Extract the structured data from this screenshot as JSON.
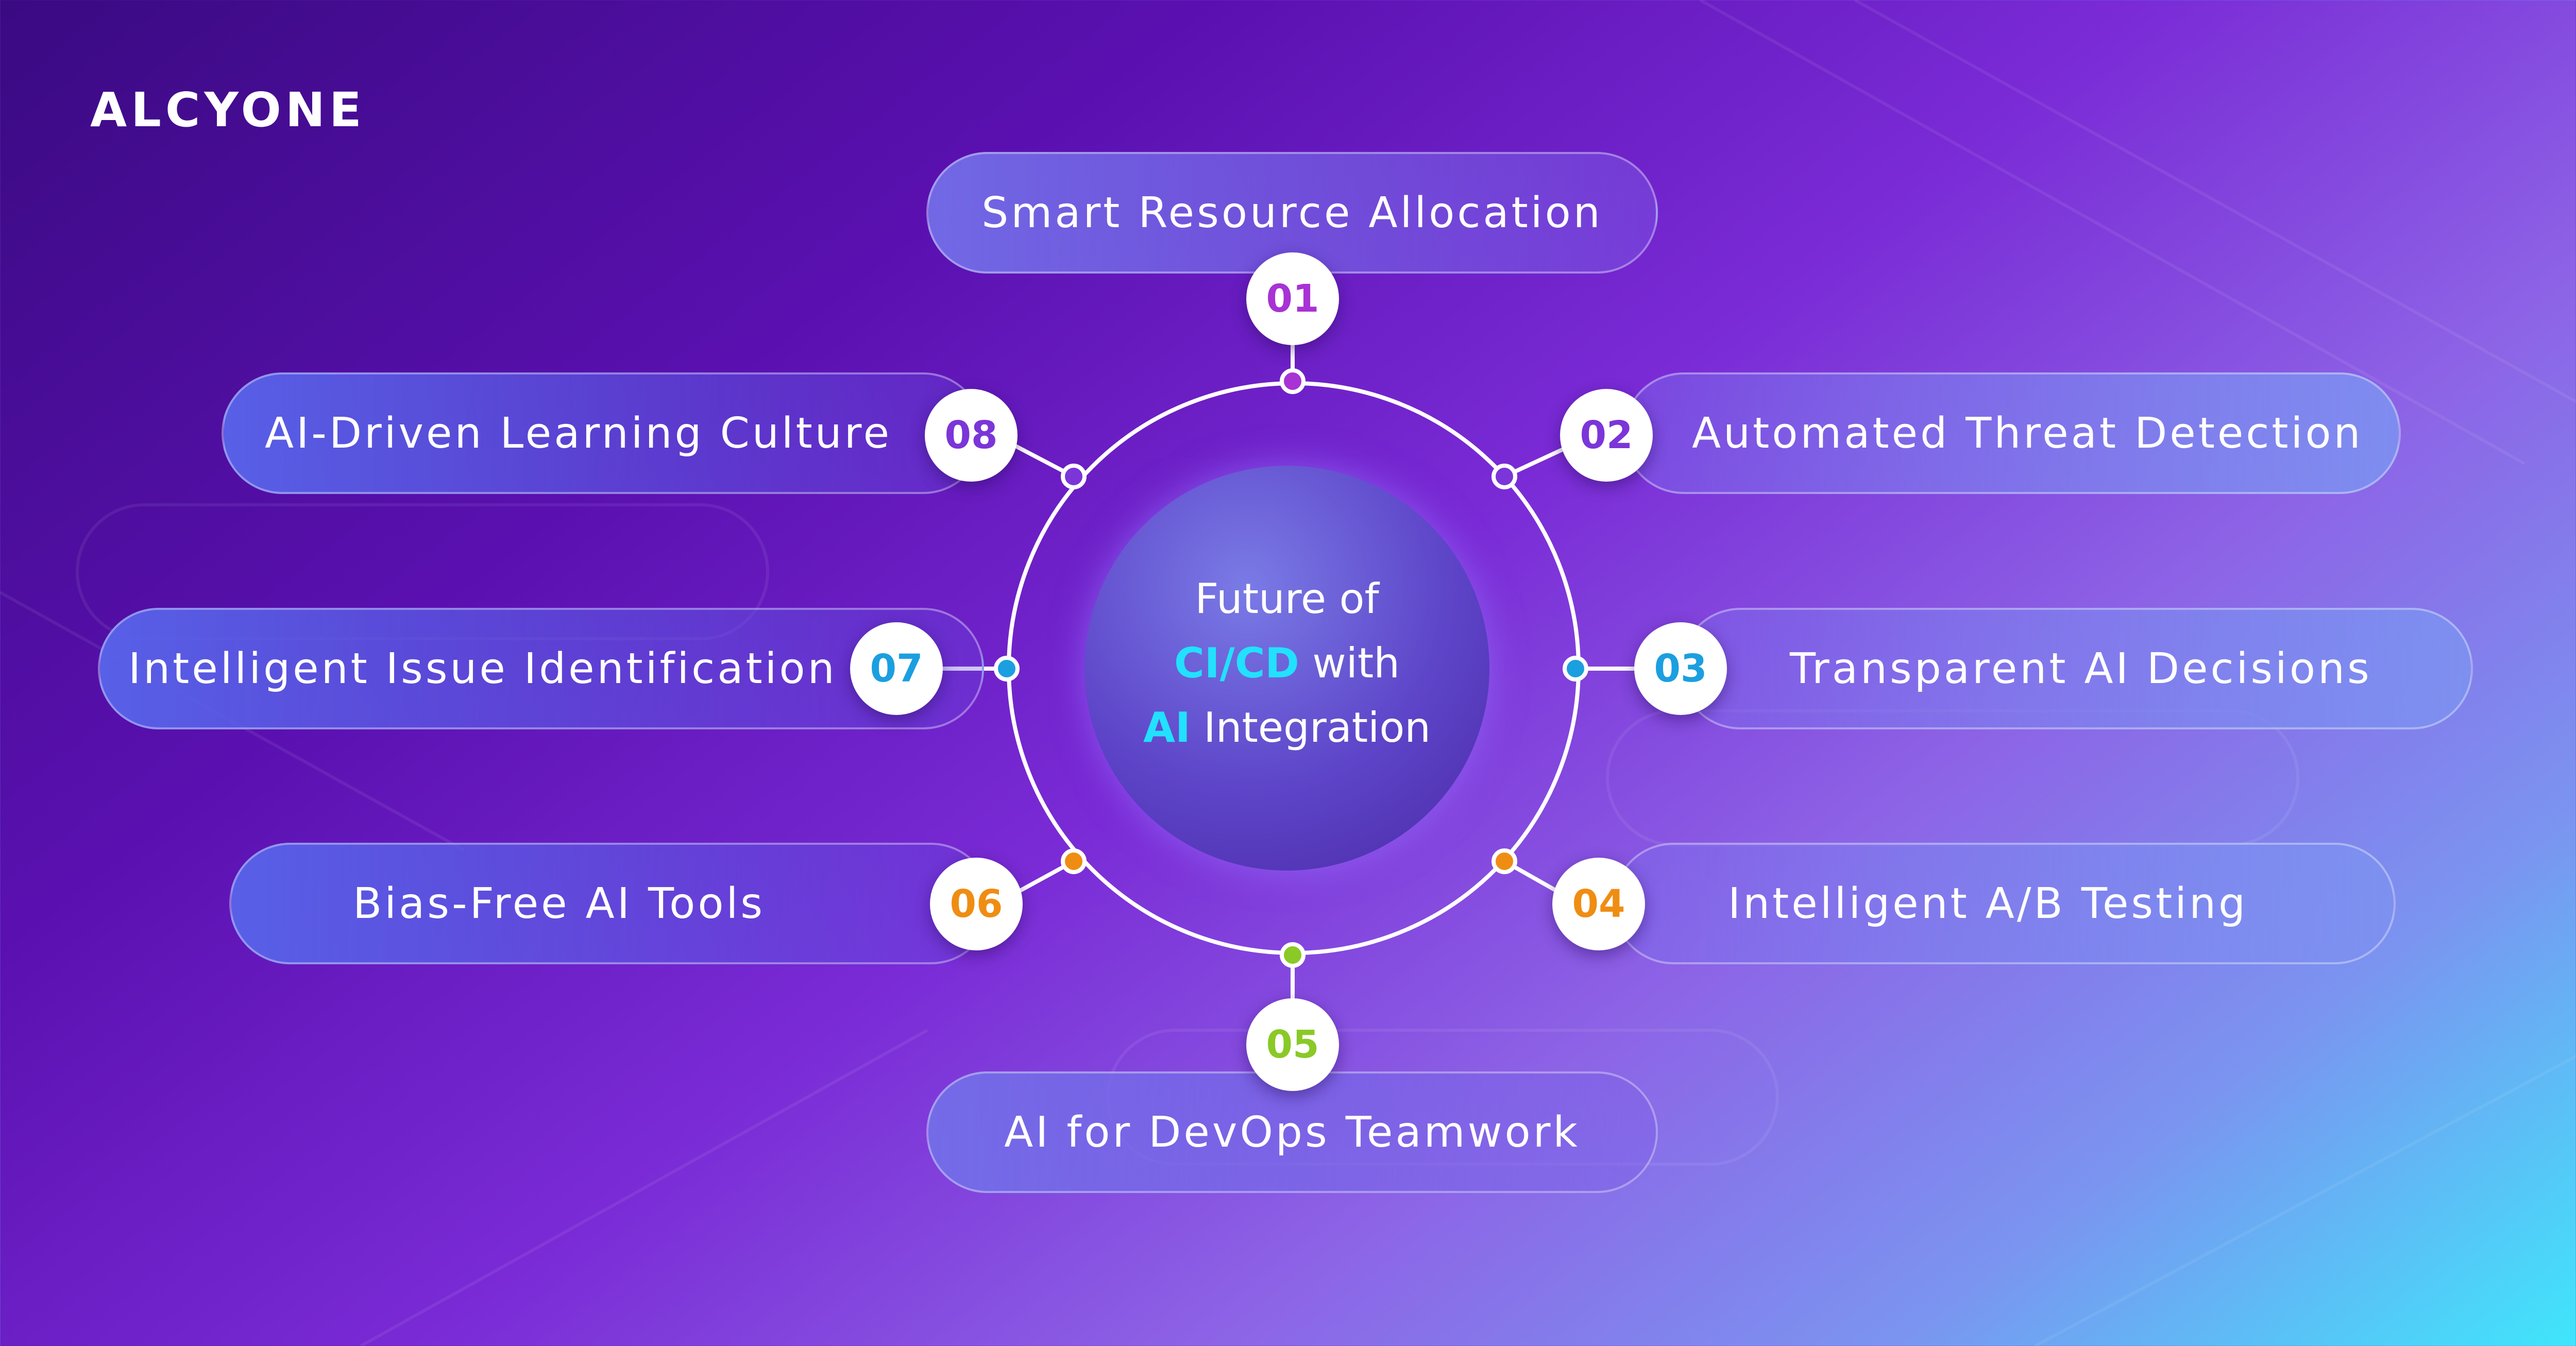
{
  "brand": {
    "logo_text": "ALCYONE"
  },
  "center": {
    "line1": "Future of",
    "line2_highlight": "CI/CD",
    "line2_rest": " with",
    "line3_highlight": "AI",
    "line3_rest": " Integration"
  },
  "items": [
    {
      "number": "01",
      "label": "Smart Resource Allocation",
      "color": "#a832d4"
    },
    {
      "number": "02",
      "label": "Automated Threat Detection",
      "color": "#7b35d8"
    },
    {
      "number": "03",
      "label": "Transparent AI Decisions",
      "color": "#1b9fe0"
    },
    {
      "number": "04",
      "label": "Intelligent A/B Testing",
      "color": "#ef8d13"
    },
    {
      "number": "05",
      "label": "AI for DevOps Teamwork",
      "color": "#8ac926"
    },
    {
      "number": "06",
      "label": "Bias-Free AI Tools",
      "color": "#ef8d13"
    },
    {
      "number": "07",
      "label": "Intelligent Issue Identification",
      "color": "#1b9fe0"
    },
    {
      "number": "08",
      "label": "AI-Driven Learning Culture",
      "color": "#7b35d8"
    }
  ]
}
